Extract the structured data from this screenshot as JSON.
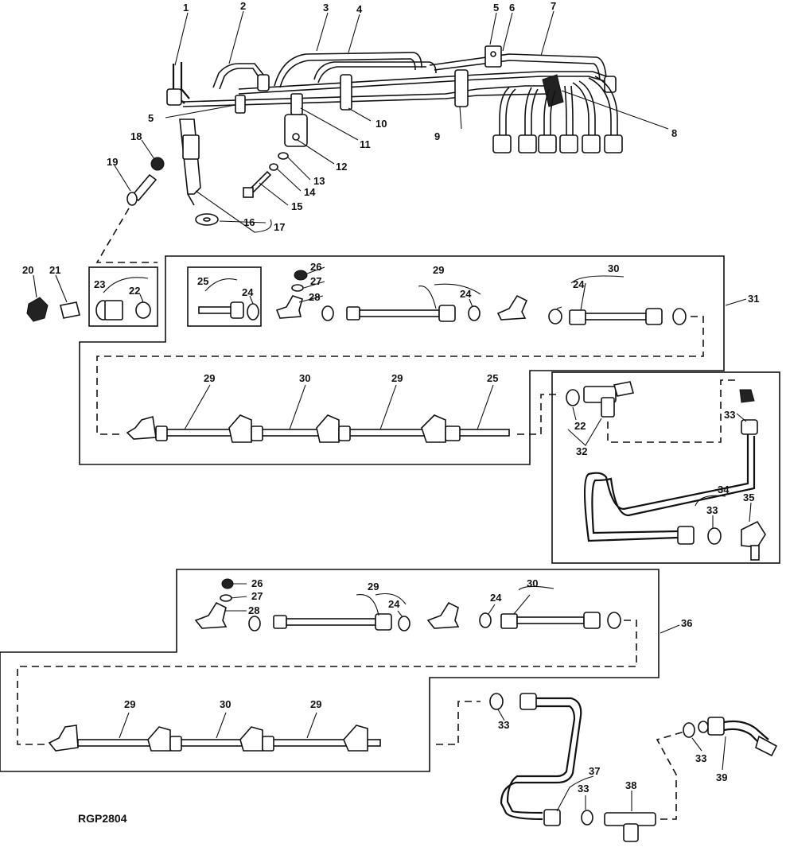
{
  "figure_id": "RGP2804",
  "callouts": {
    "c1": "1",
    "c2": "2",
    "c3": "3",
    "c4": "4",
    "c5a": "5",
    "c5b": "5",
    "c6": "6",
    "c7": "7",
    "c8": "8",
    "c9": "9",
    "c10": "10",
    "c11": "11",
    "c12": "12",
    "c13": "13",
    "c14": "14",
    "c15": "15",
    "c16": "16",
    "c17": "17",
    "c18": "18",
    "c19": "19",
    "c20": "20",
    "c21": "21",
    "c22a": "22",
    "c23": "23",
    "c24a": "24",
    "c25a": "25",
    "c26a": "26",
    "c27a": "27",
    "c28a": "28",
    "c29a": "29",
    "c24b": "24",
    "c24c": "24",
    "c30a": "30",
    "c31": "31",
    "c29b": "29",
    "c30b": "30",
    "c29c": "29",
    "c25b": "25",
    "c22b": "22",
    "c32": "32",
    "c33a": "33",
    "c34": "34",
    "c33b": "33",
    "c35": "35",
    "c26b": "26",
    "c27b": "27",
    "c28b": "28",
    "c29d": "29",
    "c24d": "24",
    "c24e": "24",
    "c30c": "30",
    "c36": "36",
    "c29e": "29",
    "c30d": "30",
    "c29f": "29",
    "c33c": "33",
    "c37": "37",
    "c33d": "33",
    "c38": "38",
    "c33e": "33",
    "c39": "39"
  }
}
